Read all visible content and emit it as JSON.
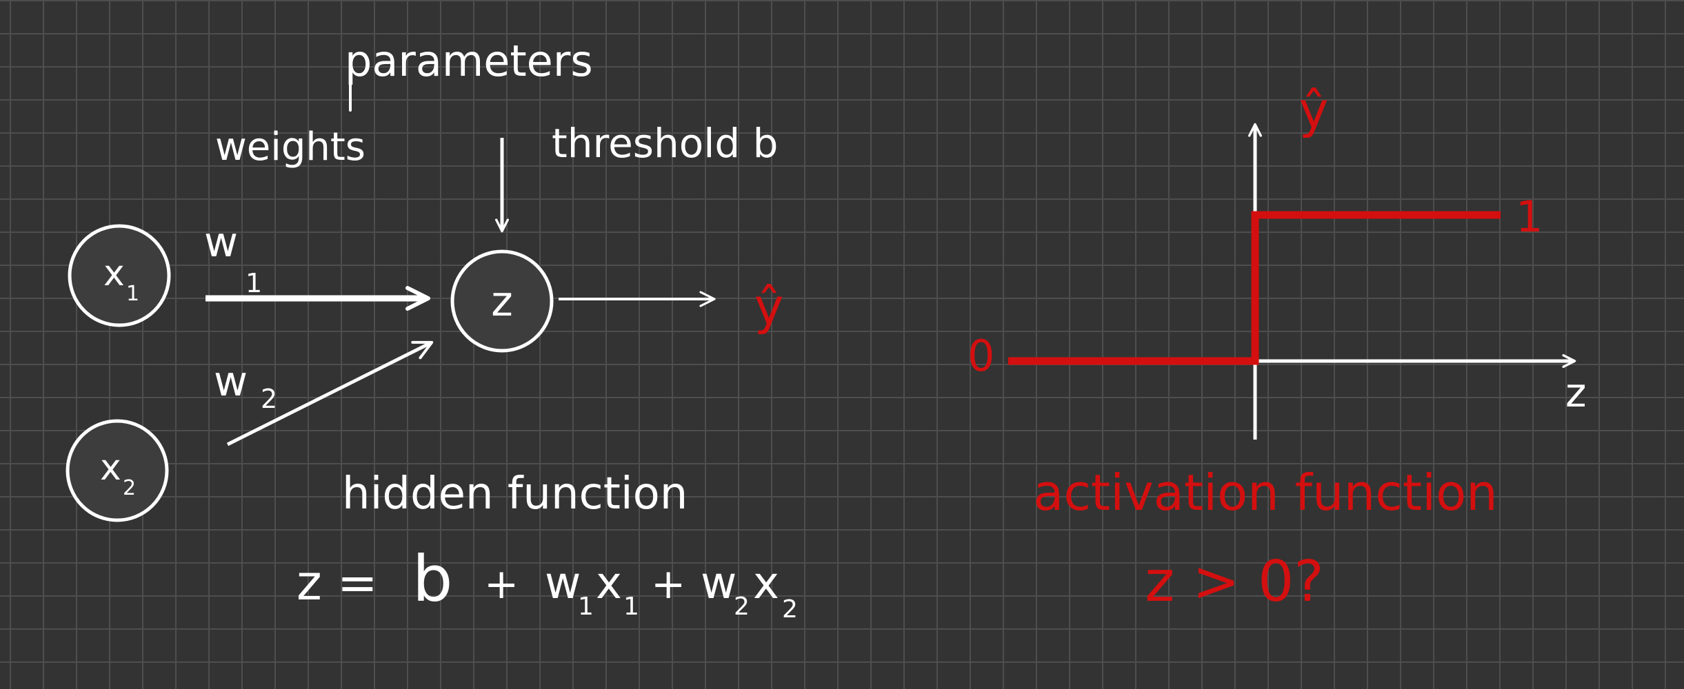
{
  "colors": {
    "background": "#333333",
    "grid": "#4e4e4e",
    "ink": "#ffffff",
    "accent": "#d40f0f"
  },
  "perceptron": {
    "parameters_label": "parameters",
    "weights_label": "weights",
    "threshold_label": "threshold b",
    "input_1": {
      "base": "x",
      "sub": "1"
    },
    "input_2": {
      "base": "x",
      "sub": "2"
    },
    "weight_1": {
      "base": "w",
      "sub": "1"
    },
    "weight_2": {
      "base": "w",
      "sub": "2"
    },
    "node_label": "z",
    "output_label": "ŷ",
    "hidden_function_label": "hidden function",
    "equation": {
      "lhs": "z =",
      "bias": "b",
      "plus_1": "+",
      "w1": "w",
      "w1_sub": "1",
      "x1": "x",
      "x1_sub": "1",
      "plus_2": "+",
      "w2": "w",
      "w2_sub": "2",
      "x2": "x",
      "x2_sub": "2"
    }
  },
  "activation": {
    "y_axis_label": "ŷ",
    "x_axis_label": "z",
    "low_value_label": "0",
    "high_value_label": "1",
    "title": "activation function",
    "condition": "z > 0?"
  }
}
